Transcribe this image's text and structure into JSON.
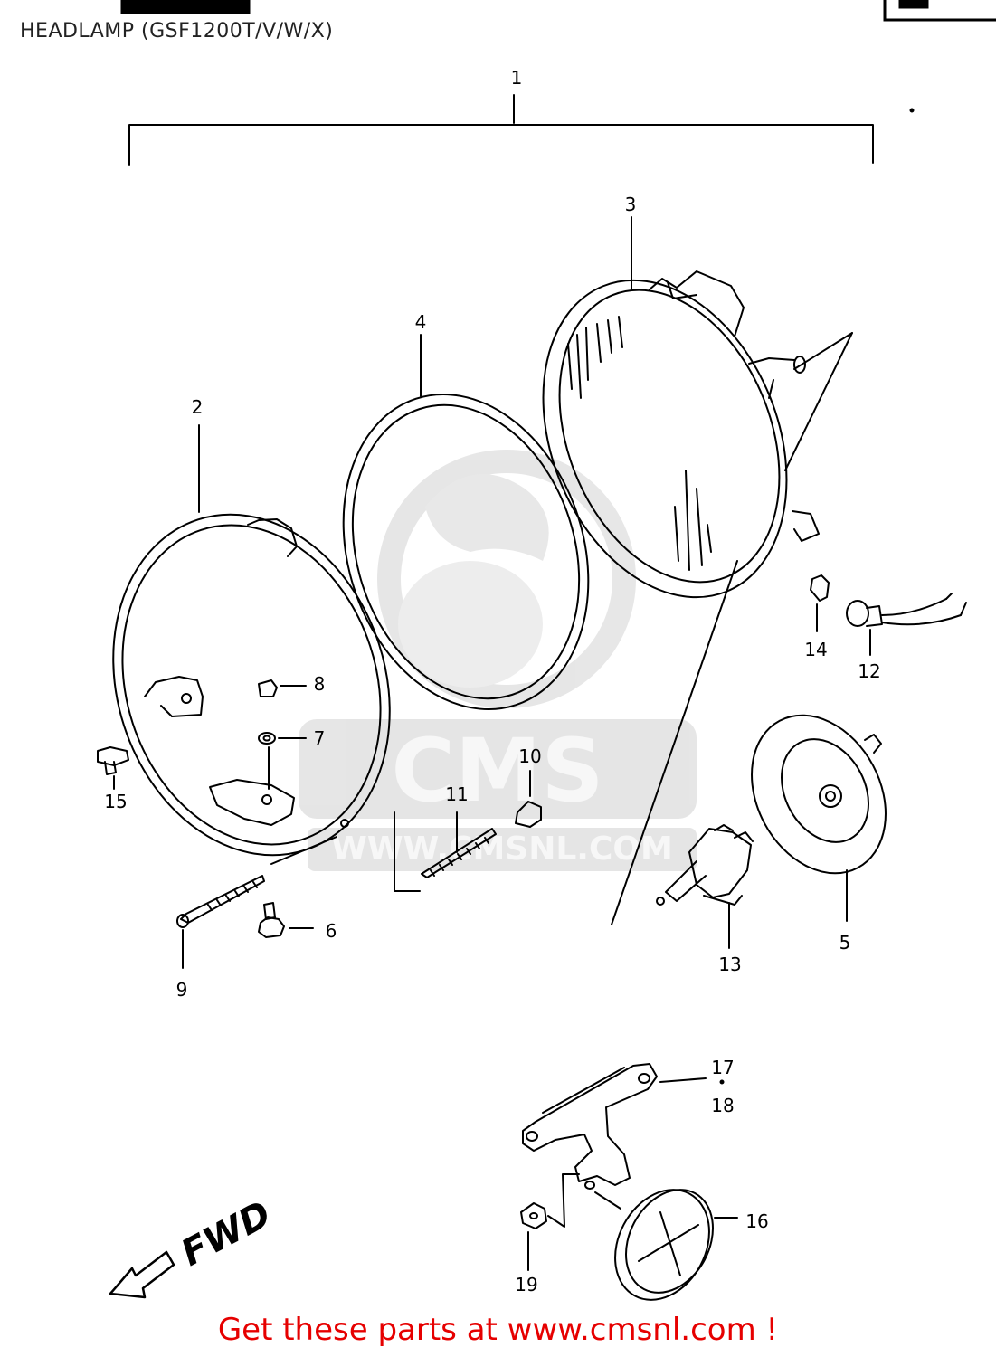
{
  "header": {
    "title": "HEADLAMP (GSF1200T/V/W/X)"
  },
  "parts": [
    {
      "id": "1",
      "label": "1"
    },
    {
      "id": "2",
      "label": "2"
    },
    {
      "id": "3",
      "label": "3"
    },
    {
      "id": "4",
      "label": "4"
    },
    {
      "id": "5",
      "label": "5"
    },
    {
      "id": "6",
      "label": "6"
    },
    {
      "id": "7",
      "label": "7"
    },
    {
      "id": "8",
      "label": "8"
    },
    {
      "id": "9",
      "label": "9"
    },
    {
      "id": "10",
      "label": "10"
    },
    {
      "id": "11",
      "label": "11"
    },
    {
      "id": "12",
      "label": "12"
    },
    {
      "id": "13",
      "label": "13"
    },
    {
      "id": "14",
      "label": "14"
    },
    {
      "id": "15",
      "label": "15"
    },
    {
      "id": "16",
      "label": "16"
    },
    {
      "id": "17",
      "label": "17"
    },
    {
      "id": "18",
      "label": "18"
    },
    {
      "id": "19",
      "label": "19"
    }
  ],
  "direction_marker": {
    "label": "FWD"
  },
  "watermark": {
    "brand": "CMS",
    "url": "WWW.CMSNL.COM"
  },
  "footer": {
    "text": "Get these parts at www.cmsnl.com !"
  },
  "colors": {
    "line": "#000000",
    "footer": "#e60000",
    "watermark": "#d9d9d9"
  }
}
